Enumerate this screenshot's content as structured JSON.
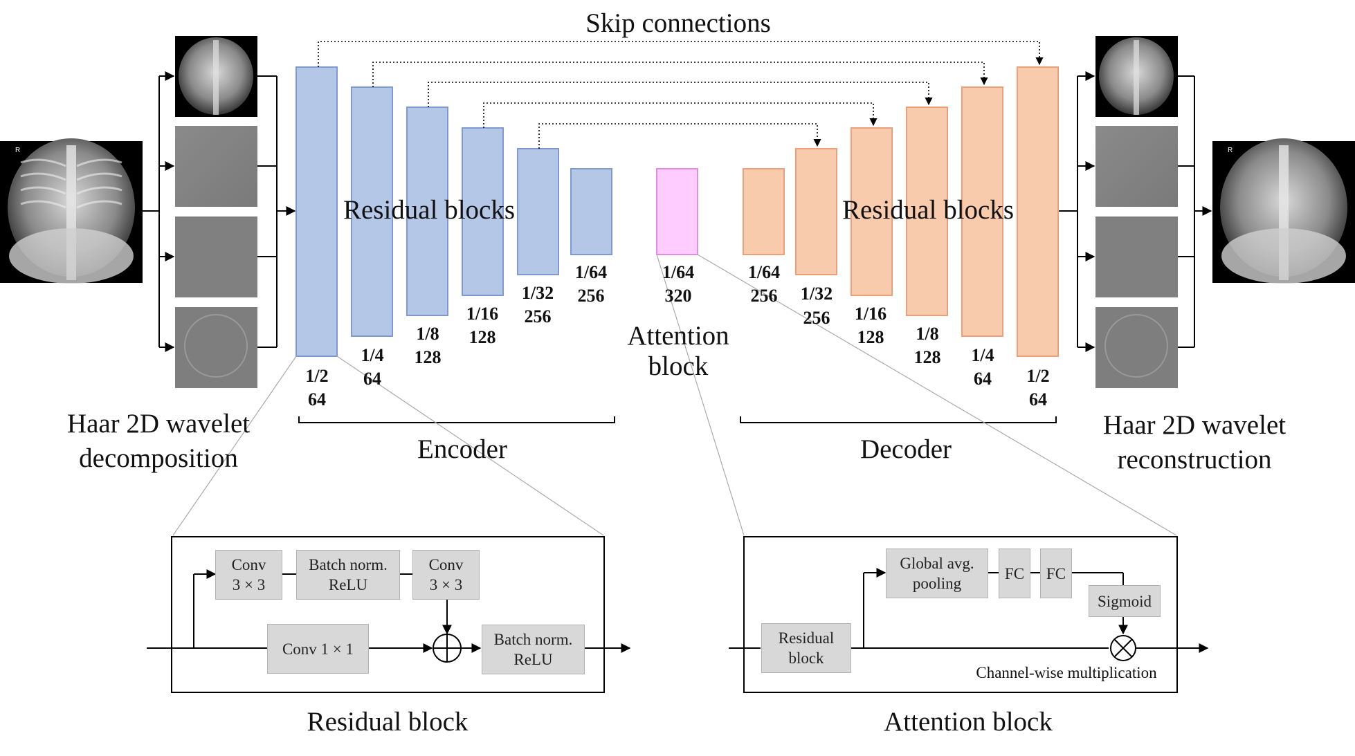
{
  "title_skip": "Skip connections",
  "encoder": {
    "label": "Encoder",
    "residual_label": "Residual blocks",
    "color": "#b4c7e7",
    "stroke": "#7d9bd0",
    "blocks": [
      {
        "scale": "1/2",
        "channels": "64"
      },
      {
        "scale": "1/4",
        "channels": "64"
      },
      {
        "scale": "1/8",
        "channels": "128"
      },
      {
        "scale": "1/16",
        "channels": "128"
      },
      {
        "scale": "1/32",
        "channels": "256"
      },
      {
        "scale": "1/64",
        "channels": "256"
      }
    ]
  },
  "bottleneck": {
    "scale": "1/64",
    "channels": "320",
    "label_line1": "Attention",
    "label_line2": "block",
    "color": "#ffccff",
    "stroke": "#e38ae3"
  },
  "decoder": {
    "label": "Decoder",
    "residual_label": "Residual blocks",
    "color": "#f8cbad",
    "stroke": "#eba07a",
    "blocks": [
      {
        "scale": "1/64",
        "channels": "256"
      },
      {
        "scale": "1/32",
        "channels": "256"
      },
      {
        "scale": "1/16",
        "channels": "128"
      },
      {
        "scale": "1/8",
        "channels": "128"
      },
      {
        "scale": "1/4",
        "channels": "64"
      },
      {
        "scale": "1/2",
        "channels": "64"
      }
    ]
  },
  "wavelet_left": {
    "line1": "Haar 2D wavelet",
    "line2": "decomposition"
  },
  "wavelet_right": {
    "line1": "Haar 2D wavelet",
    "line2": "reconstruction"
  },
  "residual_detail": {
    "title": "Residual block",
    "conv3_a": {
      "line1": "Conv",
      "line2": "3 × 3"
    },
    "bn_relu_a": {
      "line1": "Batch norm.",
      "line2": "ReLU"
    },
    "conv3_b": {
      "line1": "Conv",
      "line2": "3 × 3"
    },
    "conv1": "Conv 1 × 1",
    "bn_relu_b": {
      "line1": "Batch norm.",
      "line2": "ReLU"
    }
  },
  "attention_detail": {
    "title": "Attention block",
    "residual": {
      "line1": "Residual",
      "line2": "block"
    },
    "gap": {
      "line1": "Global avg.",
      "line2": "pooling"
    },
    "fc1": "FC",
    "fc2": "FC",
    "sigmoid": "Sigmoid",
    "channel_mult": "Channel-wise multiplication"
  }
}
